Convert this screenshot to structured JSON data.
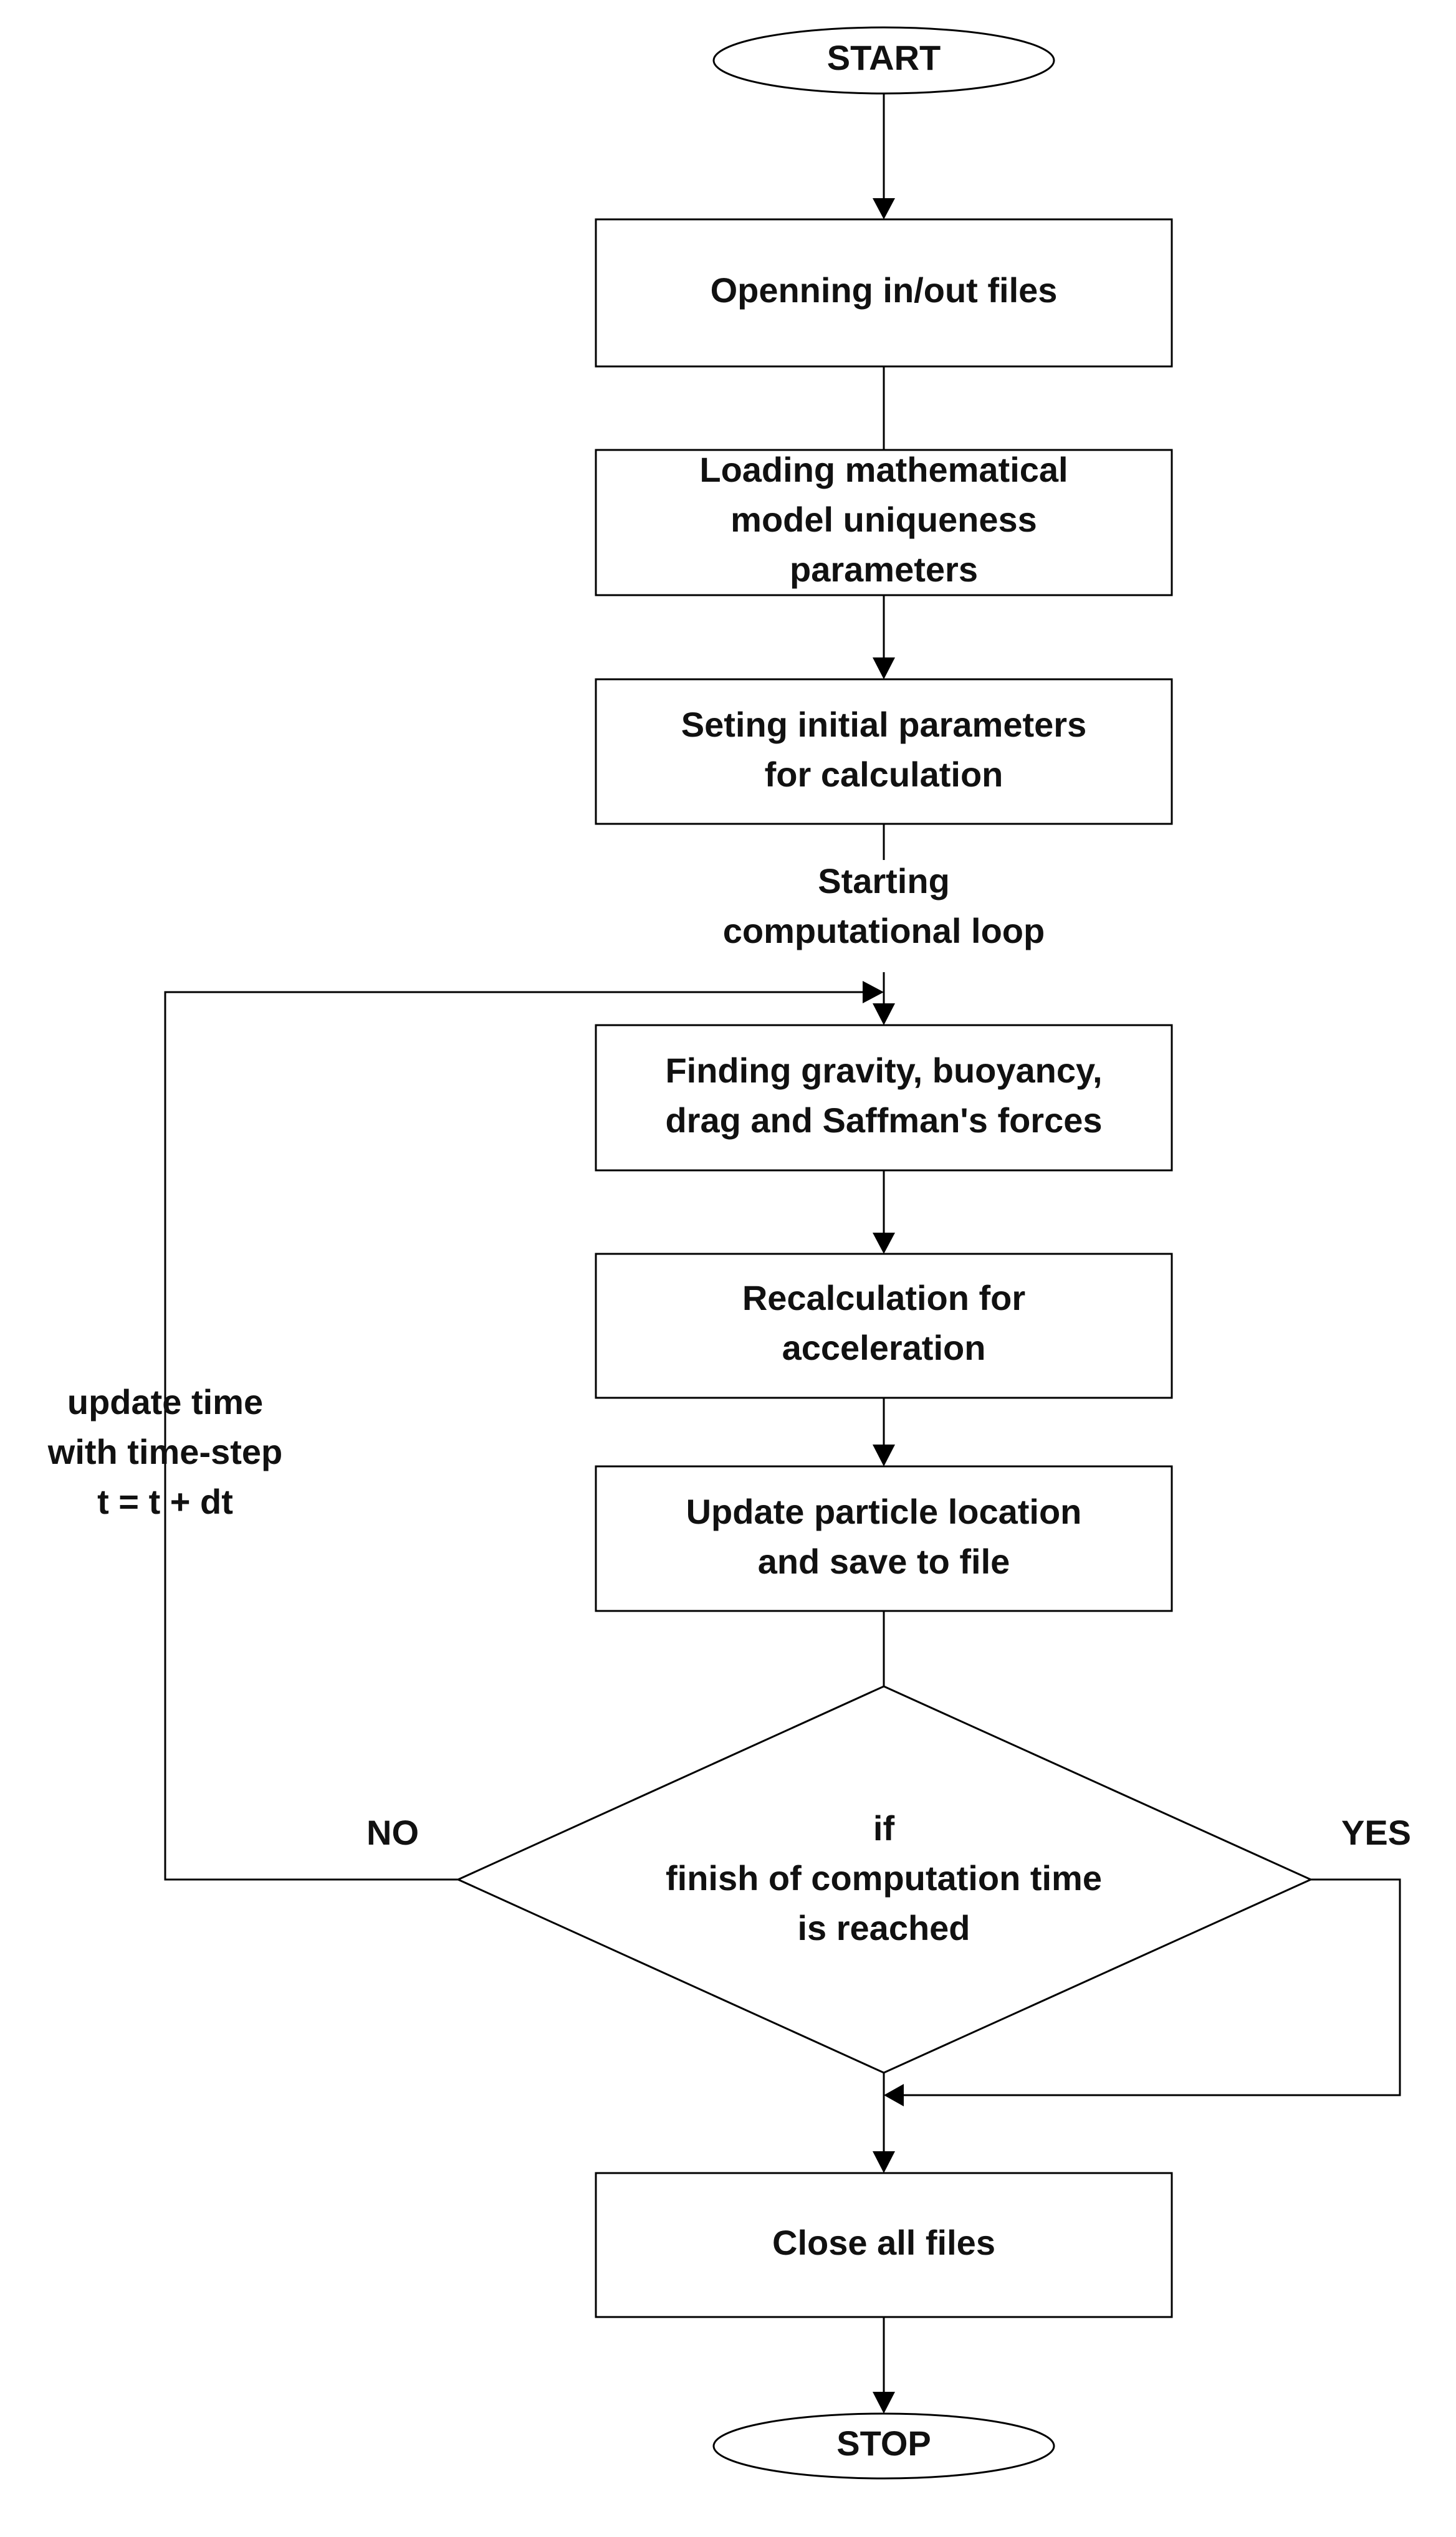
{
  "nodes": {
    "start": {
      "label": "START"
    },
    "open_files": {
      "lines": [
        "Openning in/out files"
      ]
    },
    "load_params": {
      "lines": [
        "Loading mathematical",
        "model uniqueness",
        "parameters"
      ]
    },
    "set_initial": {
      "lines": [
        "Seting initial parameters",
        "for calculation"
      ]
    },
    "find_forces": {
      "lines": [
        "Finding gravity, buoyancy,",
        "drag and Saffman's forces"
      ]
    },
    "recalc": {
      "lines": [
        "Recalculation for",
        "acceleration"
      ]
    },
    "update_location": {
      "lines": [
        "Update particle location",
        "and save to file"
      ]
    },
    "decision": {
      "lines": [
        "if",
        "finish of computation time",
        "is reached"
      ]
    },
    "close_files": {
      "lines": [
        "Close all files"
      ]
    },
    "stop": {
      "label": "STOP"
    }
  },
  "edge_labels": {
    "loop_start": [
      "Starting",
      "computational loop"
    ],
    "update_time": [
      "update time",
      "with time-step",
      "t = t + dt"
    ],
    "no": "NO",
    "yes": "YES"
  }
}
